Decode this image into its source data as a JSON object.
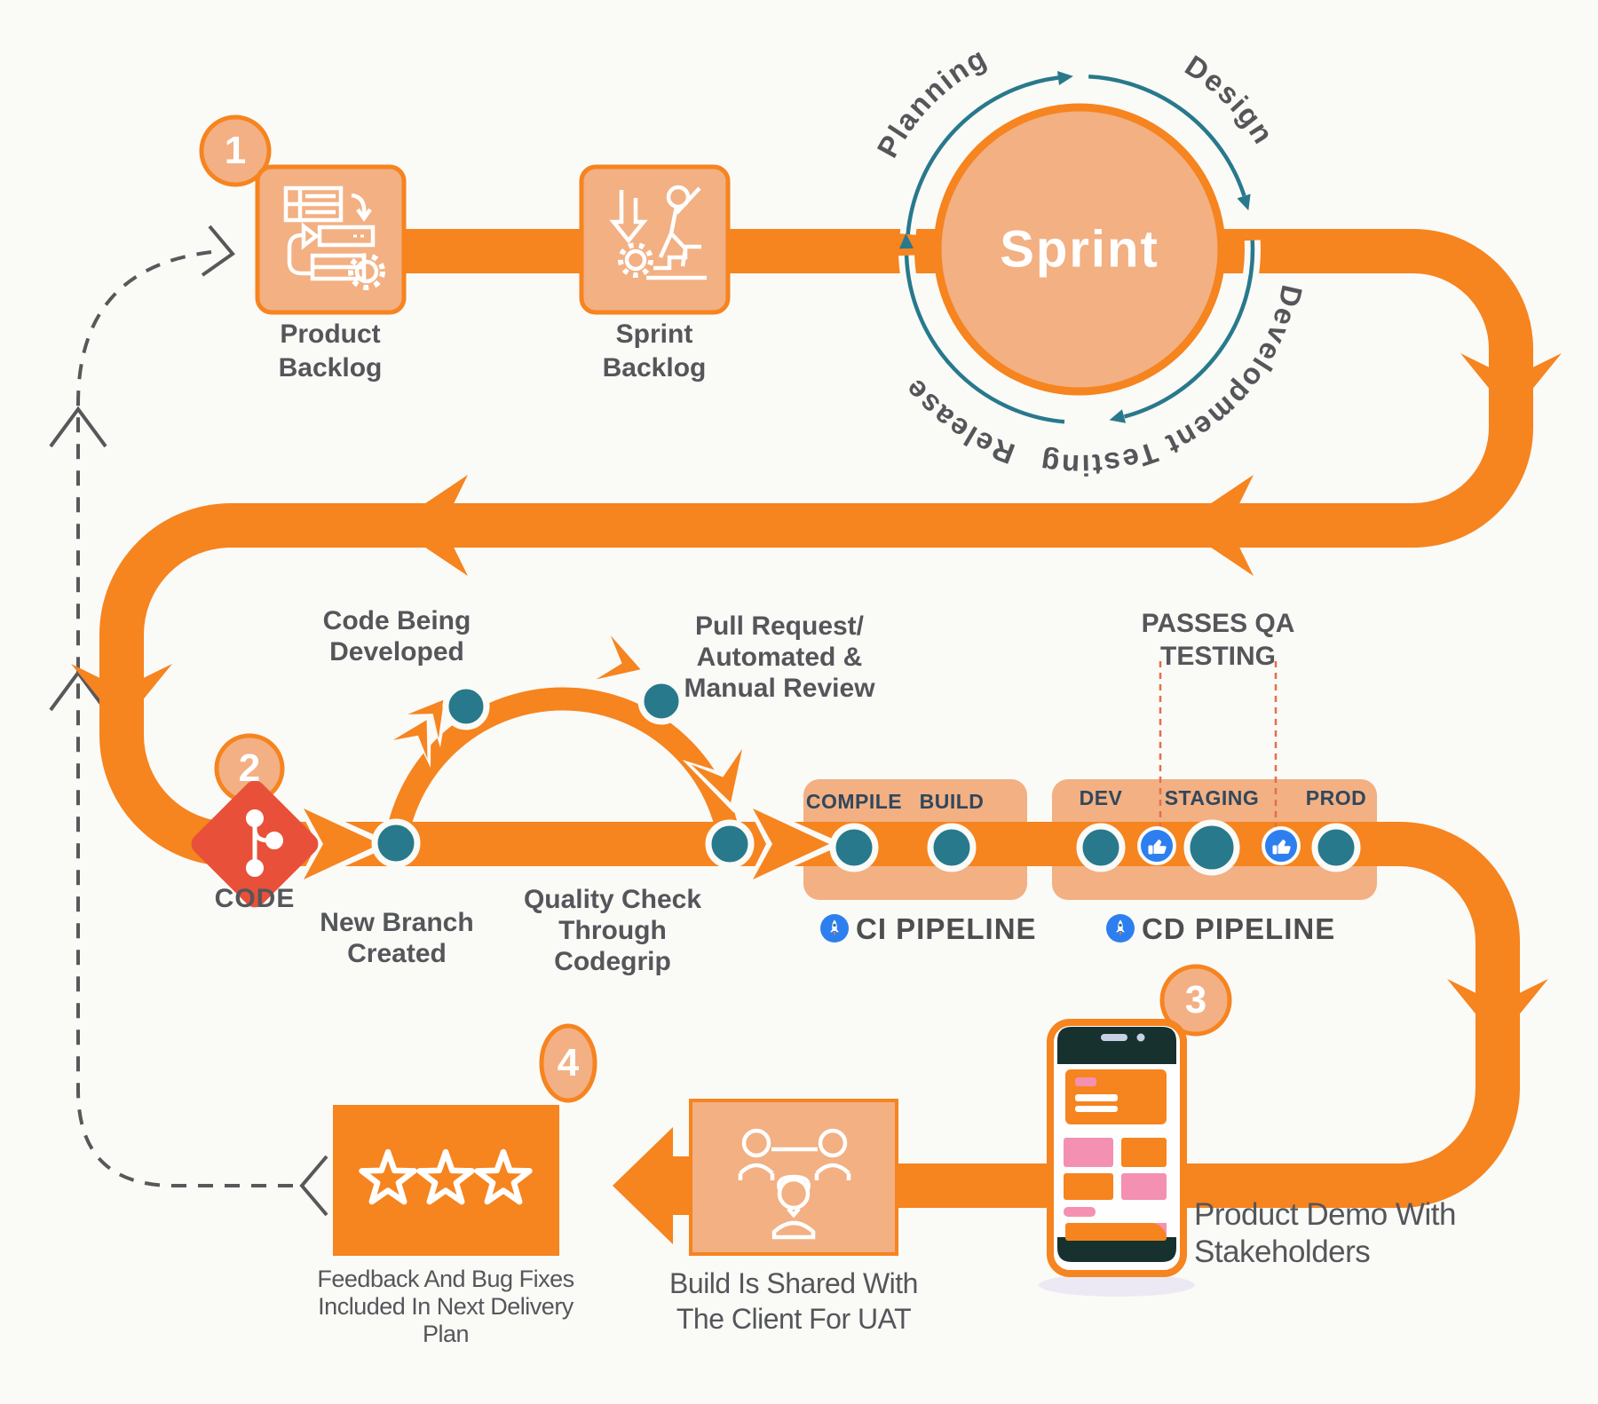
{
  "page": {
    "background": "#FAFAF7"
  },
  "colors": {
    "pipe_orange": "#F6841F",
    "light_orange_fill": "#F2B083",
    "teal_dot": "#28798C",
    "dark_text": "#55565A",
    "stage_navy": "#31475C",
    "git_red": "#E8503A",
    "icon_blue": "#2D7FF0",
    "pink": "#F490B1",
    "qa_dash": "#E36F4B"
  },
  "badges": {
    "one": "1",
    "two": "2",
    "three": "3",
    "four": "4"
  },
  "top": {
    "product_backlog": {
      "line1": "Product",
      "line2": "Backlog"
    },
    "sprint_backlog": {
      "line1": "Sprint",
      "line2": "Backlog"
    },
    "sprint_label": "Sprint",
    "cycle": {
      "planning": "Planning",
      "design": "Design",
      "dev_testing": "Development Testing",
      "release": "Release"
    }
  },
  "middle": {
    "code_label": "CODE",
    "new_branch": {
      "line1": "New Branch",
      "line2": "Created"
    },
    "code_developed": {
      "line1": "Code Being",
      "line2": "Developed"
    },
    "pull_request": {
      "line1": "Pull Request/",
      "line2": "Automated &",
      "line3": "Manual Review"
    },
    "quality_check": {
      "line1": "Quality Check",
      "line2": "Through",
      "line3": "Codegrip"
    },
    "passes_qa": {
      "line1": "PASSES QA",
      "line2": "TESTING"
    },
    "ci_pipeline": {
      "stage1": "COMPILE",
      "stage2": "BUILD",
      "label": "CI PIPELINE"
    },
    "cd_pipeline": {
      "stage1": "DEV",
      "stage2": "STAGING",
      "stage3": "PROD",
      "label": "CD PIPELINE"
    }
  },
  "bottom": {
    "product_demo": {
      "line1": "Product Demo With",
      "line2": "Stakeholders"
    },
    "build_shared": {
      "line1": "Build Is Shared With",
      "line2": "The Client For UAT"
    },
    "feedback": {
      "line1": "Feedback And Bug Fixes",
      "line2": "Included In Next Delivery",
      "line3": "Plan"
    }
  }
}
